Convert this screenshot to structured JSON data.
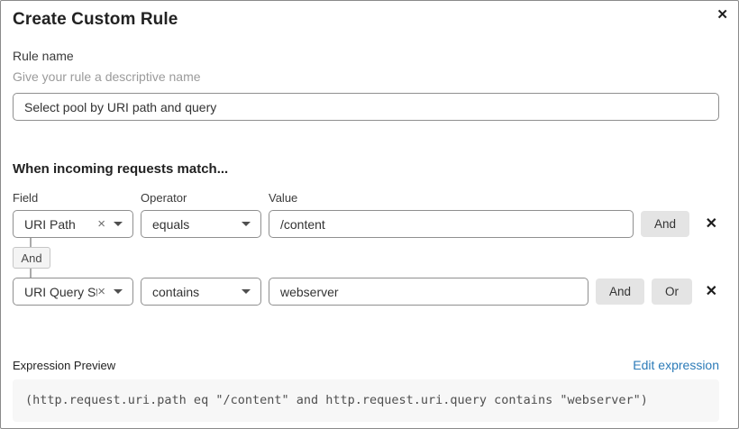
{
  "modal": {
    "title": "Create Custom Rule",
    "close_icon": "✕"
  },
  "rule_name": {
    "label": "Rule name",
    "hint": "Give your rule a descriptive name",
    "value": "Select pool by URI path and query"
  },
  "matcher": {
    "heading": "When incoming requests match...",
    "columns": {
      "field": "Field",
      "operator": "Operator",
      "value": "Value"
    },
    "and_label": "And",
    "or_label": "Or",
    "connector": "And",
    "clear_icon": "×",
    "remove_icon": "✕",
    "rows": [
      {
        "field": "URI Path",
        "operator": "equals",
        "value": "/content"
      },
      {
        "field": "URI Query St...",
        "operator": "contains",
        "value": "webserver"
      }
    ]
  },
  "expression": {
    "label": "Expression Preview",
    "edit_link": "Edit expression",
    "code": "(http.request.uri.path eq \"/content\" and http.request.uri.query contains \"webserver\")"
  },
  "colors": {
    "link_blue": "#2c7bb8",
    "control_border": "#8f8f8f",
    "button_gray": "#e4e4e4",
    "code_background": "#f7f7f7"
  }
}
